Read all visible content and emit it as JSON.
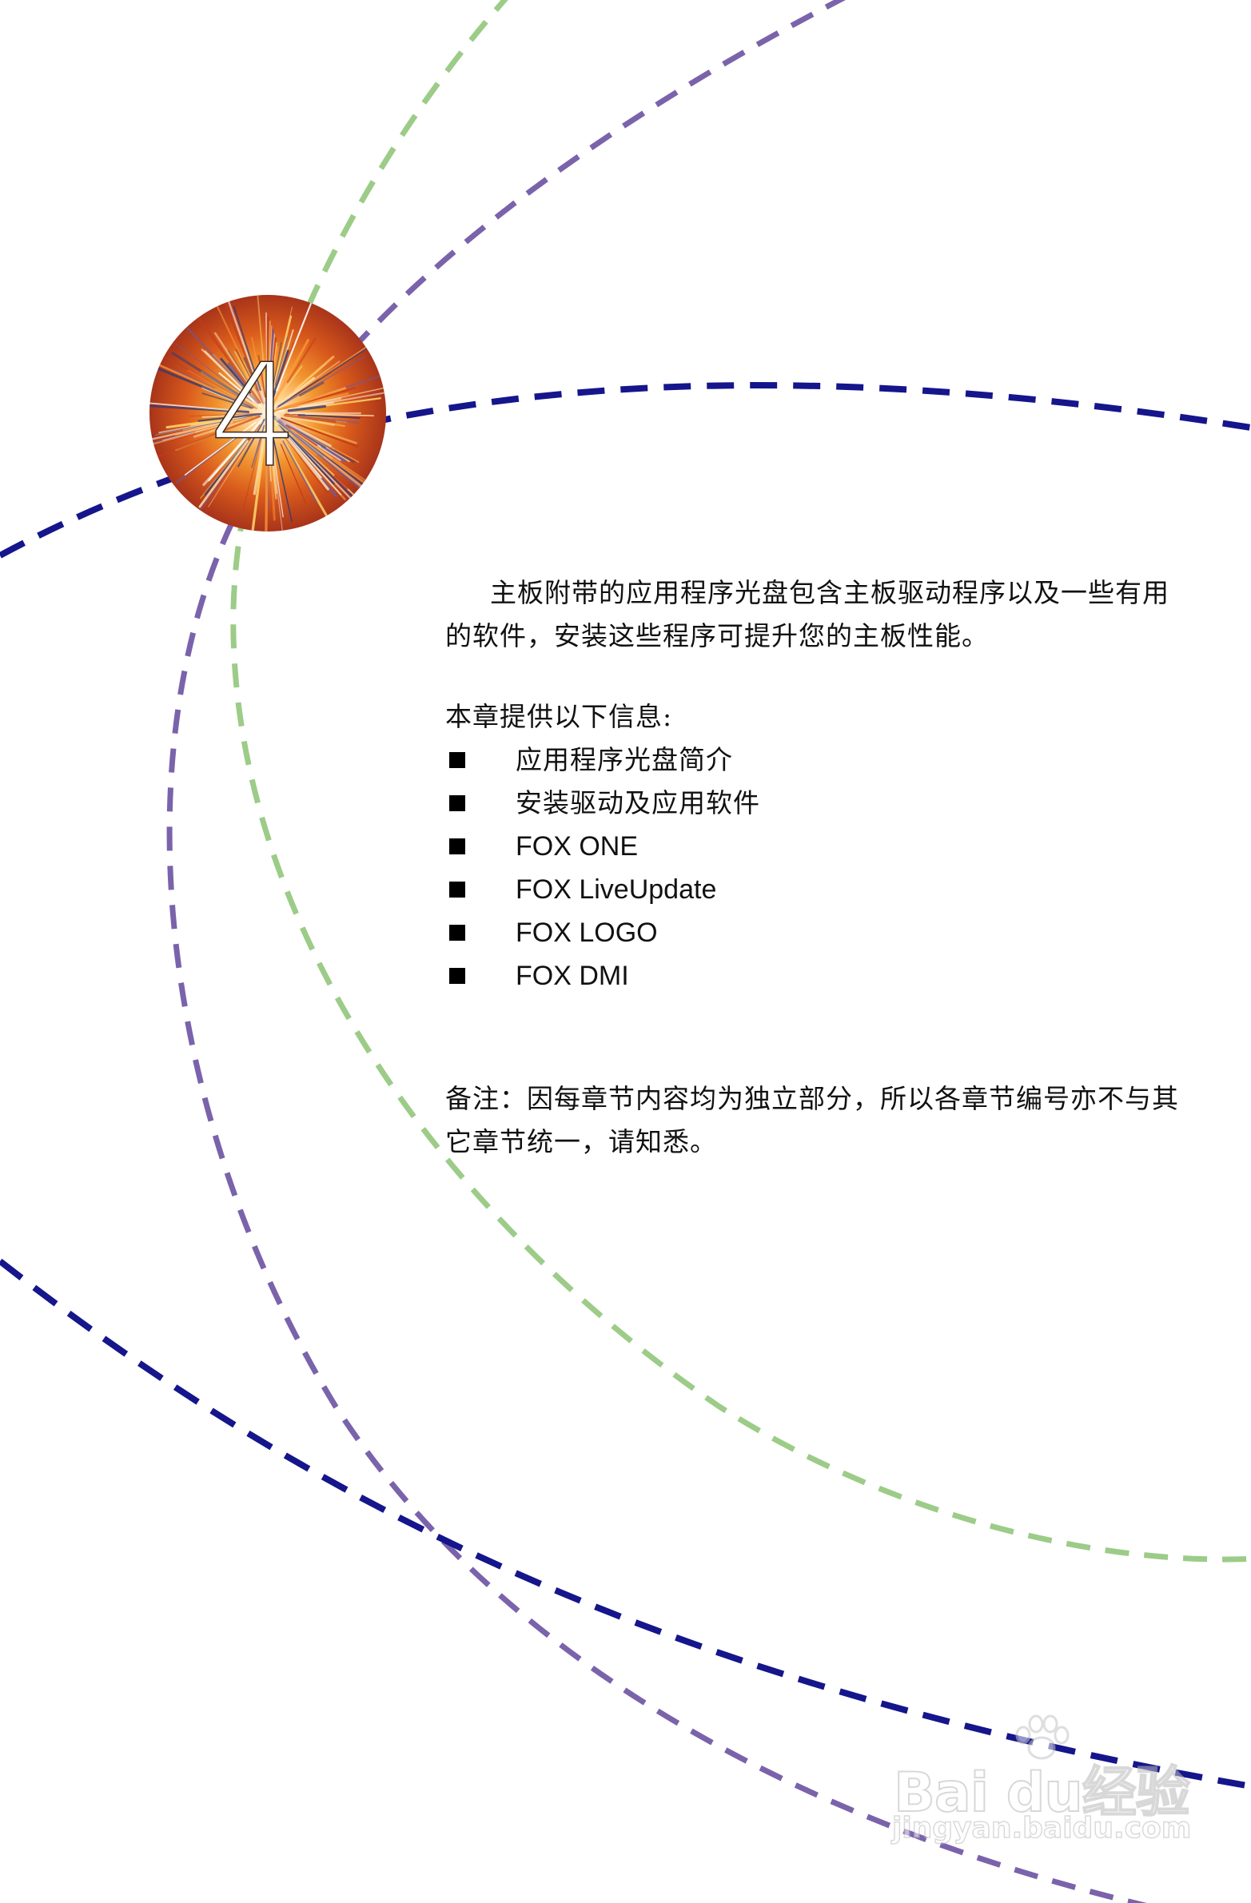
{
  "chapter": {
    "number": "4"
  },
  "intro_text": "主板附带的应用程序光盘包含主板驱动程序以及一些有用的软件，安装这些程序可提升您的主板性能。",
  "section_heading": "本章提供以下信息:",
  "items": [
    {
      "label": "应用程序光盘简介"
    },
    {
      "label": "安装驱动及应用软件"
    },
    {
      "label": "FOX ONE"
    },
    {
      "label": "FOX LiveUpdate"
    },
    {
      "label": "FOX LOGO"
    },
    {
      "label": "FOX DMI"
    }
  ],
  "note_text": "备注：因每章节内容均为独立部分，所以各章节编号亦不与其它章节统一，请知悉。",
  "watermark": {
    "brand": "Bai du经验",
    "url": "jingyan.baidu.com"
  },
  "colors": {
    "arc_green": "#9ccc88",
    "arc_purple": "#7a63ab",
    "arc_navy": "#15158c",
    "badge_orange": "#e8772a"
  }
}
